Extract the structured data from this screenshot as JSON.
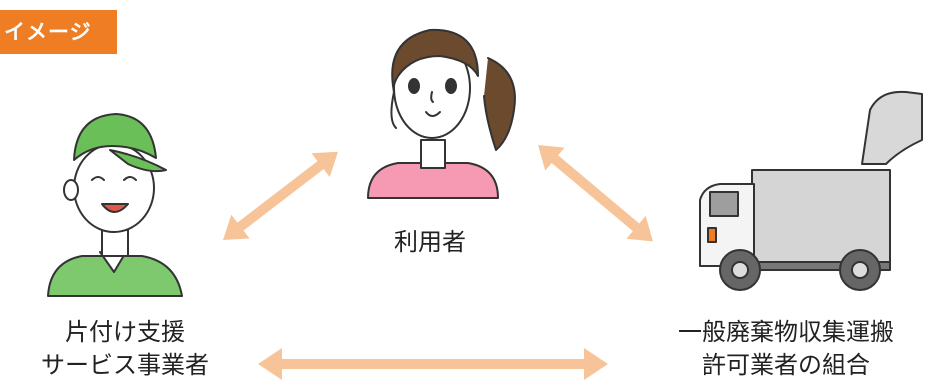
{
  "badge": {
    "text": "イメージ",
    "color": "#ef7d24"
  },
  "nodes": {
    "user": {
      "label": "利用者"
    },
    "support": {
      "line1": "片付け支援",
      "line2": "サービス事業者"
    },
    "waste": {
      "line1": "一般廃棄物収集運搬",
      "line2": "許可業者の組合"
    }
  },
  "colors": {
    "arrow": "#f7c49a",
    "cap": "#6bbf59",
    "shirt_green": "#7ec86e",
    "shirt_pink": "#f59ab2",
    "hair": "#6b4a2e"
  },
  "icons": [
    "double-arrow-icon",
    "worker-figure",
    "woman-figure",
    "garbage-truck-figure"
  ]
}
